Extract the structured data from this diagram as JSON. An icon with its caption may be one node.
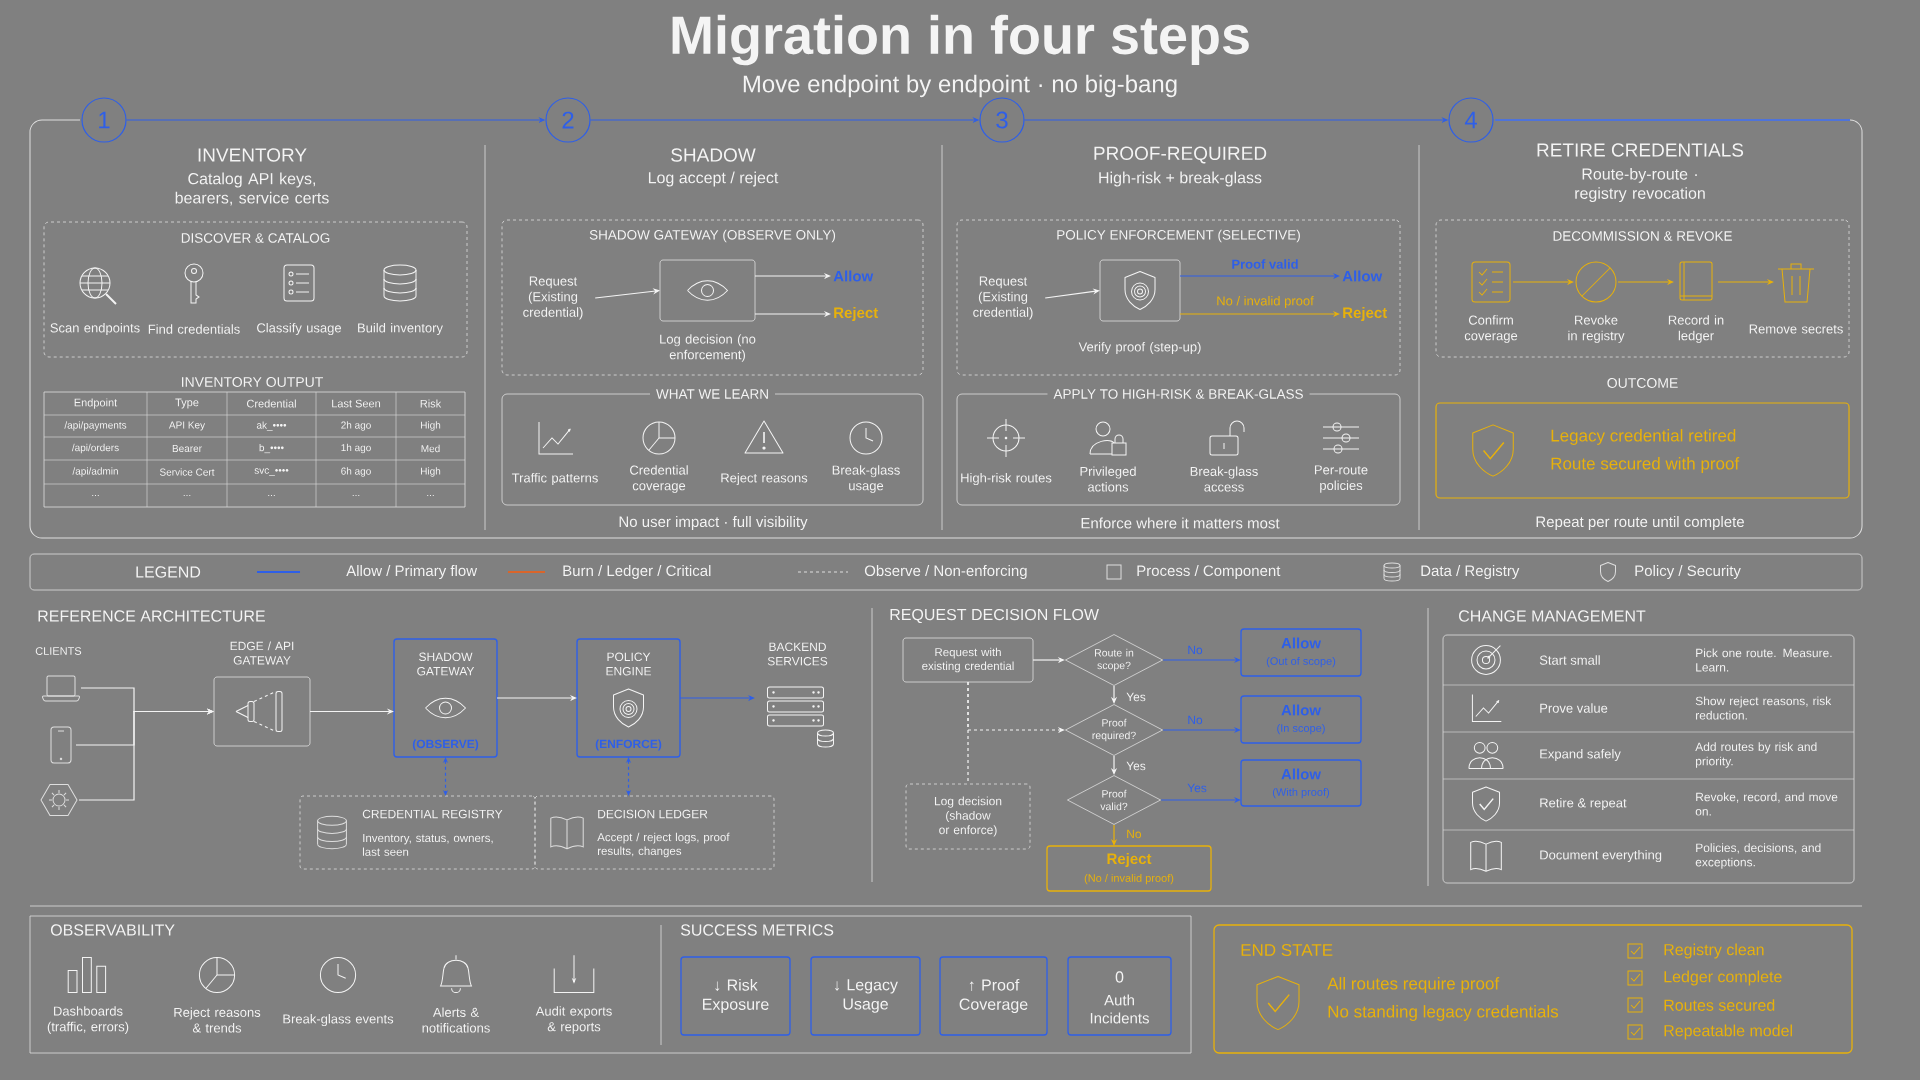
{
  "diagram": {
    "title": "Migration in four steps",
    "nodes": [
      {
        "text": [
          "1"
        ]
      },
      {
        "text": [
          "2"
        ]
      },
      {
        "text": [
          "3"
        ]
      },
      {
        "text": [
          "4"
        ]
      },
      {
        "text": [
          "DISCOVER & CATALOG"
        ]
      },
      {
        "text": [
          "SHADOW GATEWAY (OBSERVE ONLY)"
        ]
      },
      {
        "text": [
          "Request (Existing credential)"
        ],
        "in": 5
      },
      {
        "text": [],
        "shape": "box",
        "beside": [
          "Log decision (no enforcement)"
        ],
        "in": 5
      },
      {
        "text": [
          "Allow"
        ],
        "in": 5
      },
      {
        "text": [
          "Reject"
        ],
        "in": 5
      },
      {
        "text": [
          "WHAT WE LEARN"
        ]
      },
      {
        "text": [
          "POLICY ENFORCEMENT (SELECTIVE)"
        ]
      },
      {
        "text": [
          "Request (Existing credential)"
        ],
        "in": 11
      },
      {
        "text": [],
        "shape": "box",
        "beside": [
          "Verify proof (step-up)"
        ],
        "in": 11
      },
      {
        "text": [
          "Allow"
        ],
        "in": 11
      },
      {
        "text": [
          "Reject"
        ],
        "in": 11
      },
      {
        "text": [
          "APPLY TO HIGH-RISK & BREAK-GLASS"
        ]
      },
      {
        "text": [
          "DECOMMISSION & REVOKE"
        ]
      },
      {
        "text": [
          "Confirm coverage"
        ],
        "in": 17
      },
      {
        "text": [
          "Revoke in registry"
        ],
        "in": 17
      },
      {
        "text": [
          "Record in ledger"
        ],
        "in": 17
      },
      {
        "text": [
          "Remove secrets"
        ],
        "in": 17
      },
      {
        "text": [
          "OUTCOME",
          "Legacy credential retired",
          "Route secured with proof"
        ]
      },
      {
        "text": [],
        "shape": "laptop"
      },
      {
        "text": [],
        "shape": "phone"
      },
      {
        "text": [],
        "shape": "gear"
      },
      {
        "text": [
          "EDGE / API GATEWAY"
        ]
      },
      {
        "text": [
          "SHADOW GATEWAY",
          "(OBSERVE)"
        ]
      },
      {
        "text": [
          "POLICY ENGINE",
          "(ENFORCE)"
        ]
      },
      {
        "text": [
          "BACKEND SERVICES"
        ]
      },
      {
        "text": [
          "CREDENTIAL REGISTRY",
          "Inventory, status, owners, last seen"
        ]
      },
      {
        "text": [
          "DECISION LEDGER",
          "Accept / reject logs, proof results, changes"
        ]
      },
      {
        "text": [
          "Request with existing credential"
        ]
      },
      {
        "text": [
          "Route in scope?"
        ]
      },
      {
        "text": [
          "Allow",
          "(Out of scope)"
        ]
      },
      {
        "text": [
          "Proof required?"
        ]
      },
      {
        "text": [
          "Allow",
          "(In scope)"
        ]
      },
      {
        "text": [
          "Proof valid?"
        ]
      },
      {
        "text": [
          "Allow",
          "(With proof)"
        ]
      },
      {
        "text": [
          "Reject",
          "(No / invalid proof)"
        ]
      },
      {
        "text": [
          "Log decision (shadow or enforce)"
        ]
      },
      {
        "text": [
          "↓ Risk Exposure"
        ]
      },
      {
        "text": [
          "↓ Legacy Usage"
        ]
      },
      {
        "text": [
          "↑ Proof Coverage"
        ]
      },
      {
        "text": [
          "0",
          "Auth Incidents"
        ]
      },
      {
        "text": [
          "END STATE",
          "All routes require proof",
          "No standing legacy credentials",
          "Registry clean",
          "Ledger complete",
          "Routes secured",
          "Repeatable model"
        ]
      }
    ],
    "edges": [
      {
        "from": 0,
        "to": 1,
        "arrow": "to",
        "color": "#2e5fe8"
      },
      {
        "from": 1,
        "to": 2,
        "arrow": "to",
        "color": "#2e5fe8"
      },
      {
        "from": 2,
        "to": 3,
        "arrow": "to",
        "color": "#2e5fe8"
      },
      {
        "from": 6,
        "to": 7,
        "arrow": "to"
      },
      {
        "from": 7,
        "to": 8,
        "arrow": "to"
      },
      {
        "from": 7,
        "to": 9,
        "arrow": "to"
      },
      {
        "from": 12,
        "to": 13,
        "arrow": "to"
      },
      {
        "from": 13,
        "to": 14,
        "arrow": "to",
        "label": "Proof valid",
        "color": "#2e5fe8"
      },
      {
        "from": 13,
        "to": 15,
        "arrow": "to",
        "label": "No / invalid proof",
        "color": "#e8b10a"
      },
      {
        "from": 18,
        "to": 19,
        "arrow": "to",
        "color": "#e8b10a"
      },
      {
        "from": 19,
        "to": 20,
        "arrow": "to",
        "color": "#e8b10a"
      },
      {
        "from": 20,
        "to": 21,
        "arrow": "to",
        "color": "#e8b10a"
      },
      {
        "from": 23,
        "to": 26,
        "arrow": "to"
      },
      {
        "from": 24,
        "to": 26,
        "arrow": "to"
      },
      {
        "from": 25,
        "to": 26,
        "arrow": "to"
      },
      {
        "from": 26,
        "to": 27,
        "arrow": "to"
      },
      {
        "from": 27,
        "to": 28,
        "arrow": "to"
      },
      {
        "from": 28,
        "to": 29,
        "arrow": "to",
        "color": "#2e5fe8"
      },
      {
        "from": 27,
        "to": 30,
        "arrow": "both",
        "style": "dashed",
        "color": "#2e5fe8"
      },
      {
        "from": 28,
        "to": 31,
        "arrow": "both",
        "style": "dashed",
        "color": "#2e5fe8"
      },
      {
        "from": 32,
        "to": 33,
        "arrow": "to"
      },
      {
        "from": 33,
        "to": 34,
        "arrow": "to",
        "label": "No",
        "color": "#2e5fe8"
      },
      {
        "from": 33,
        "to": 35,
        "arrow": "to",
        "label": "Yes"
      },
      {
        "from": 35,
        "to": 36,
        "arrow": "to",
        "label": "No",
        "color": "#2e5fe8"
      },
      {
        "from": 35,
        "to": 37,
        "arrow": "to",
        "label": "Yes"
      },
      {
        "from": 37,
        "to": 38,
        "arrow": "to",
        "label": "Yes",
        "color": "#2e5fe8"
      },
      {
        "from": 37,
        "to": 39,
        "arrow": "to",
        "label": "No",
        "color": "#e8b10a"
      },
      {
        "from": 32,
        "to": 40,
        "arrow": "none",
        "style": "dashed"
      },
      {
        "from": 32,
        "to": 35,
        "arrow": "to",
        "style": "dashed"
      }
    ],
    "labels": [
      "Move endpoint by endpoint · no big-bang",
      "INVENTORY",
      "Catalog API keys, bearers, service certs",
      "SHADOW",
      "Log accept / reject",
      "PROOF-REQUIRED",
      "High-risk + break-glass",
      "RETIRE CREDENTIALS",
      "Route-by-route · registry revocation",
      "Scan endpoints",
      "Find credentials",
      "Classify usage",
      "Build inventory",
      "INVENTORY OUTPUT",
      "Endpoint",
      "Type",
      "Credential",
      "Last Seen",
      "Risk",
      "/api/payments",
      "API Key",
      "ak_••••",
      "2h ago",
      "High",
      "/api/orders",
      "Bearer",
      "b_••••",
      "1h ago",
      "Med",
      "/api/admin",
      "Service Cert",
      "svc_••••",
      "6h ago",
      "High",
      "...",
      "...",
      "...",
      "...",
      "...",
      "Traffic patterns",
      "Credential coverage",
      "Reject reasons",
      "Break-glass usage",
      "No user impact · full visibility",
      "High-risk routes",
      "Privileged actions",
      "Break-glass access",
      "Per-route policies",
      "Enforce where it matters most",
      "Repeat per route until complete",
      "LEGEND",
      "REFERENCE ARCHITECTURE",
      "CLIENTS",
      "REQUEST DECISION FLOW",
      "CHANGE MANAGEMENT",
      "Start small",
      "Pick one route. Measure. Learn.",
      "Prove value",
      "Show reject reasons, risk reduction.",
      "Expand safely",
      "Add routes by risk and priority.",
      "Retire & repeat",
      "Revoke, record, and move on.",
      "Document everything",
      "Policies, decisions, and exceptions.",
      "OBSERVABILITY",
      "Dashboards (traffic, errors)",
      "Reject reasons & trends",
      "Break-glass events",
      "Alerts & notifications",
      "Audit exports & reports",
      "SUCCESS METRICS"
    ],
    "legend": [
      {
        "text": "Allow / Primary flow"
      },
      {
        "text": "Burn / Ledger / Critical"
      },
      {
        "text": "Observe / Non-enforcing"
      },
      {
        "text": "Process / Component"
      },
      {
        "text": "Data / Registry"
      },
      {
        "text": "Policy / Security"
      }
    ]
  }
}
